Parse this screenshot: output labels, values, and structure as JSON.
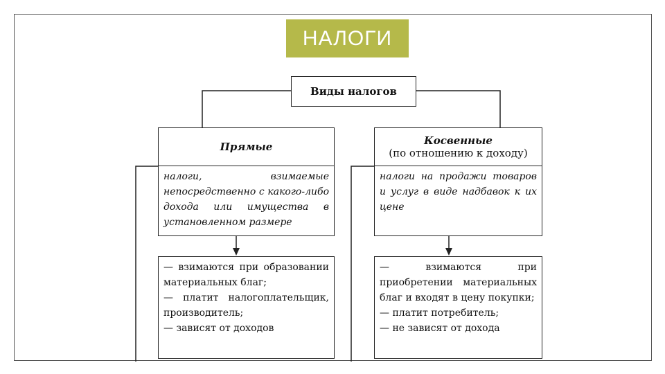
{
  "slide": {
    "title": "НАЛОГИ"
  },
  "diagram": {
    "root": "Виды налогов",
    "direct": {
      "heading": "Прямые",
      "definition": "налоги, взимаемые непосредственно с какого-либо дохода или имущества в установленном размере",
      "features": [
        "— взимаются при образовании материальных благ;",
        "— платит налогоплательщик, производитель;",
        "— зависят от доходов"
      ]
    },
    "indirect": {
      "heading": "Косвенные",
      "subheading": "(по отношению к доходу)",
      "definition": "налоги на продажи товаров и услуг в виде надбавок к их цене",
      "features": [
        "— взимаются при приобретении материальных благ и входят в цену покупки;",
        "— платит потребитель;",
        "— не зависят от дохода"
      ]
    }
  }
}
